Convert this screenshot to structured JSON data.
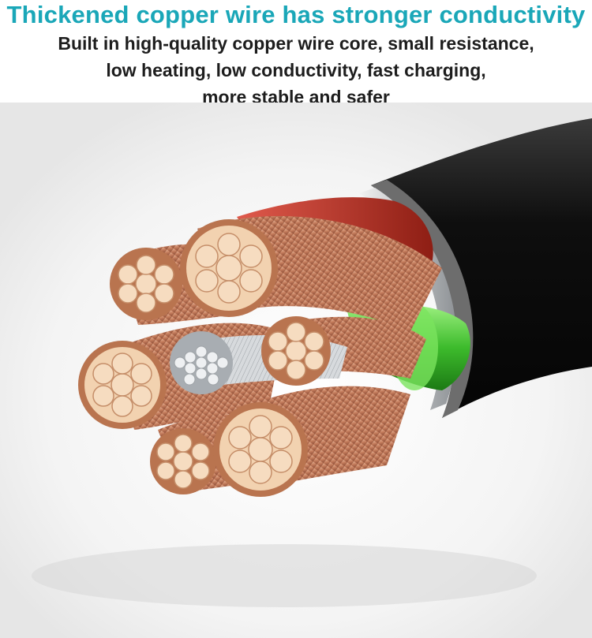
{
  "header": {
    "title": "Thickened copper wire has stronger conductivity",
    "subtitle_lines": [
      "Built in high-quality copper wire core, small resistance,",
      "low heating, low conductivity, fast charging,",
      "more stable and safer"
    ]
  },
  "colors": {
    "title": "#1aa7b8",
    "copper": "#d49a7c",
    "copper_face": "#f2d2b0",
    "jacket": "#111111",
    "green_insulation": "#3dbb2c",
    "red_insulation": "#c0392b",
    "tinned_wire": "#c9ccd0"
  },
  "image": {
    "subject": "cable-cross-section-illustration"
  }
}
